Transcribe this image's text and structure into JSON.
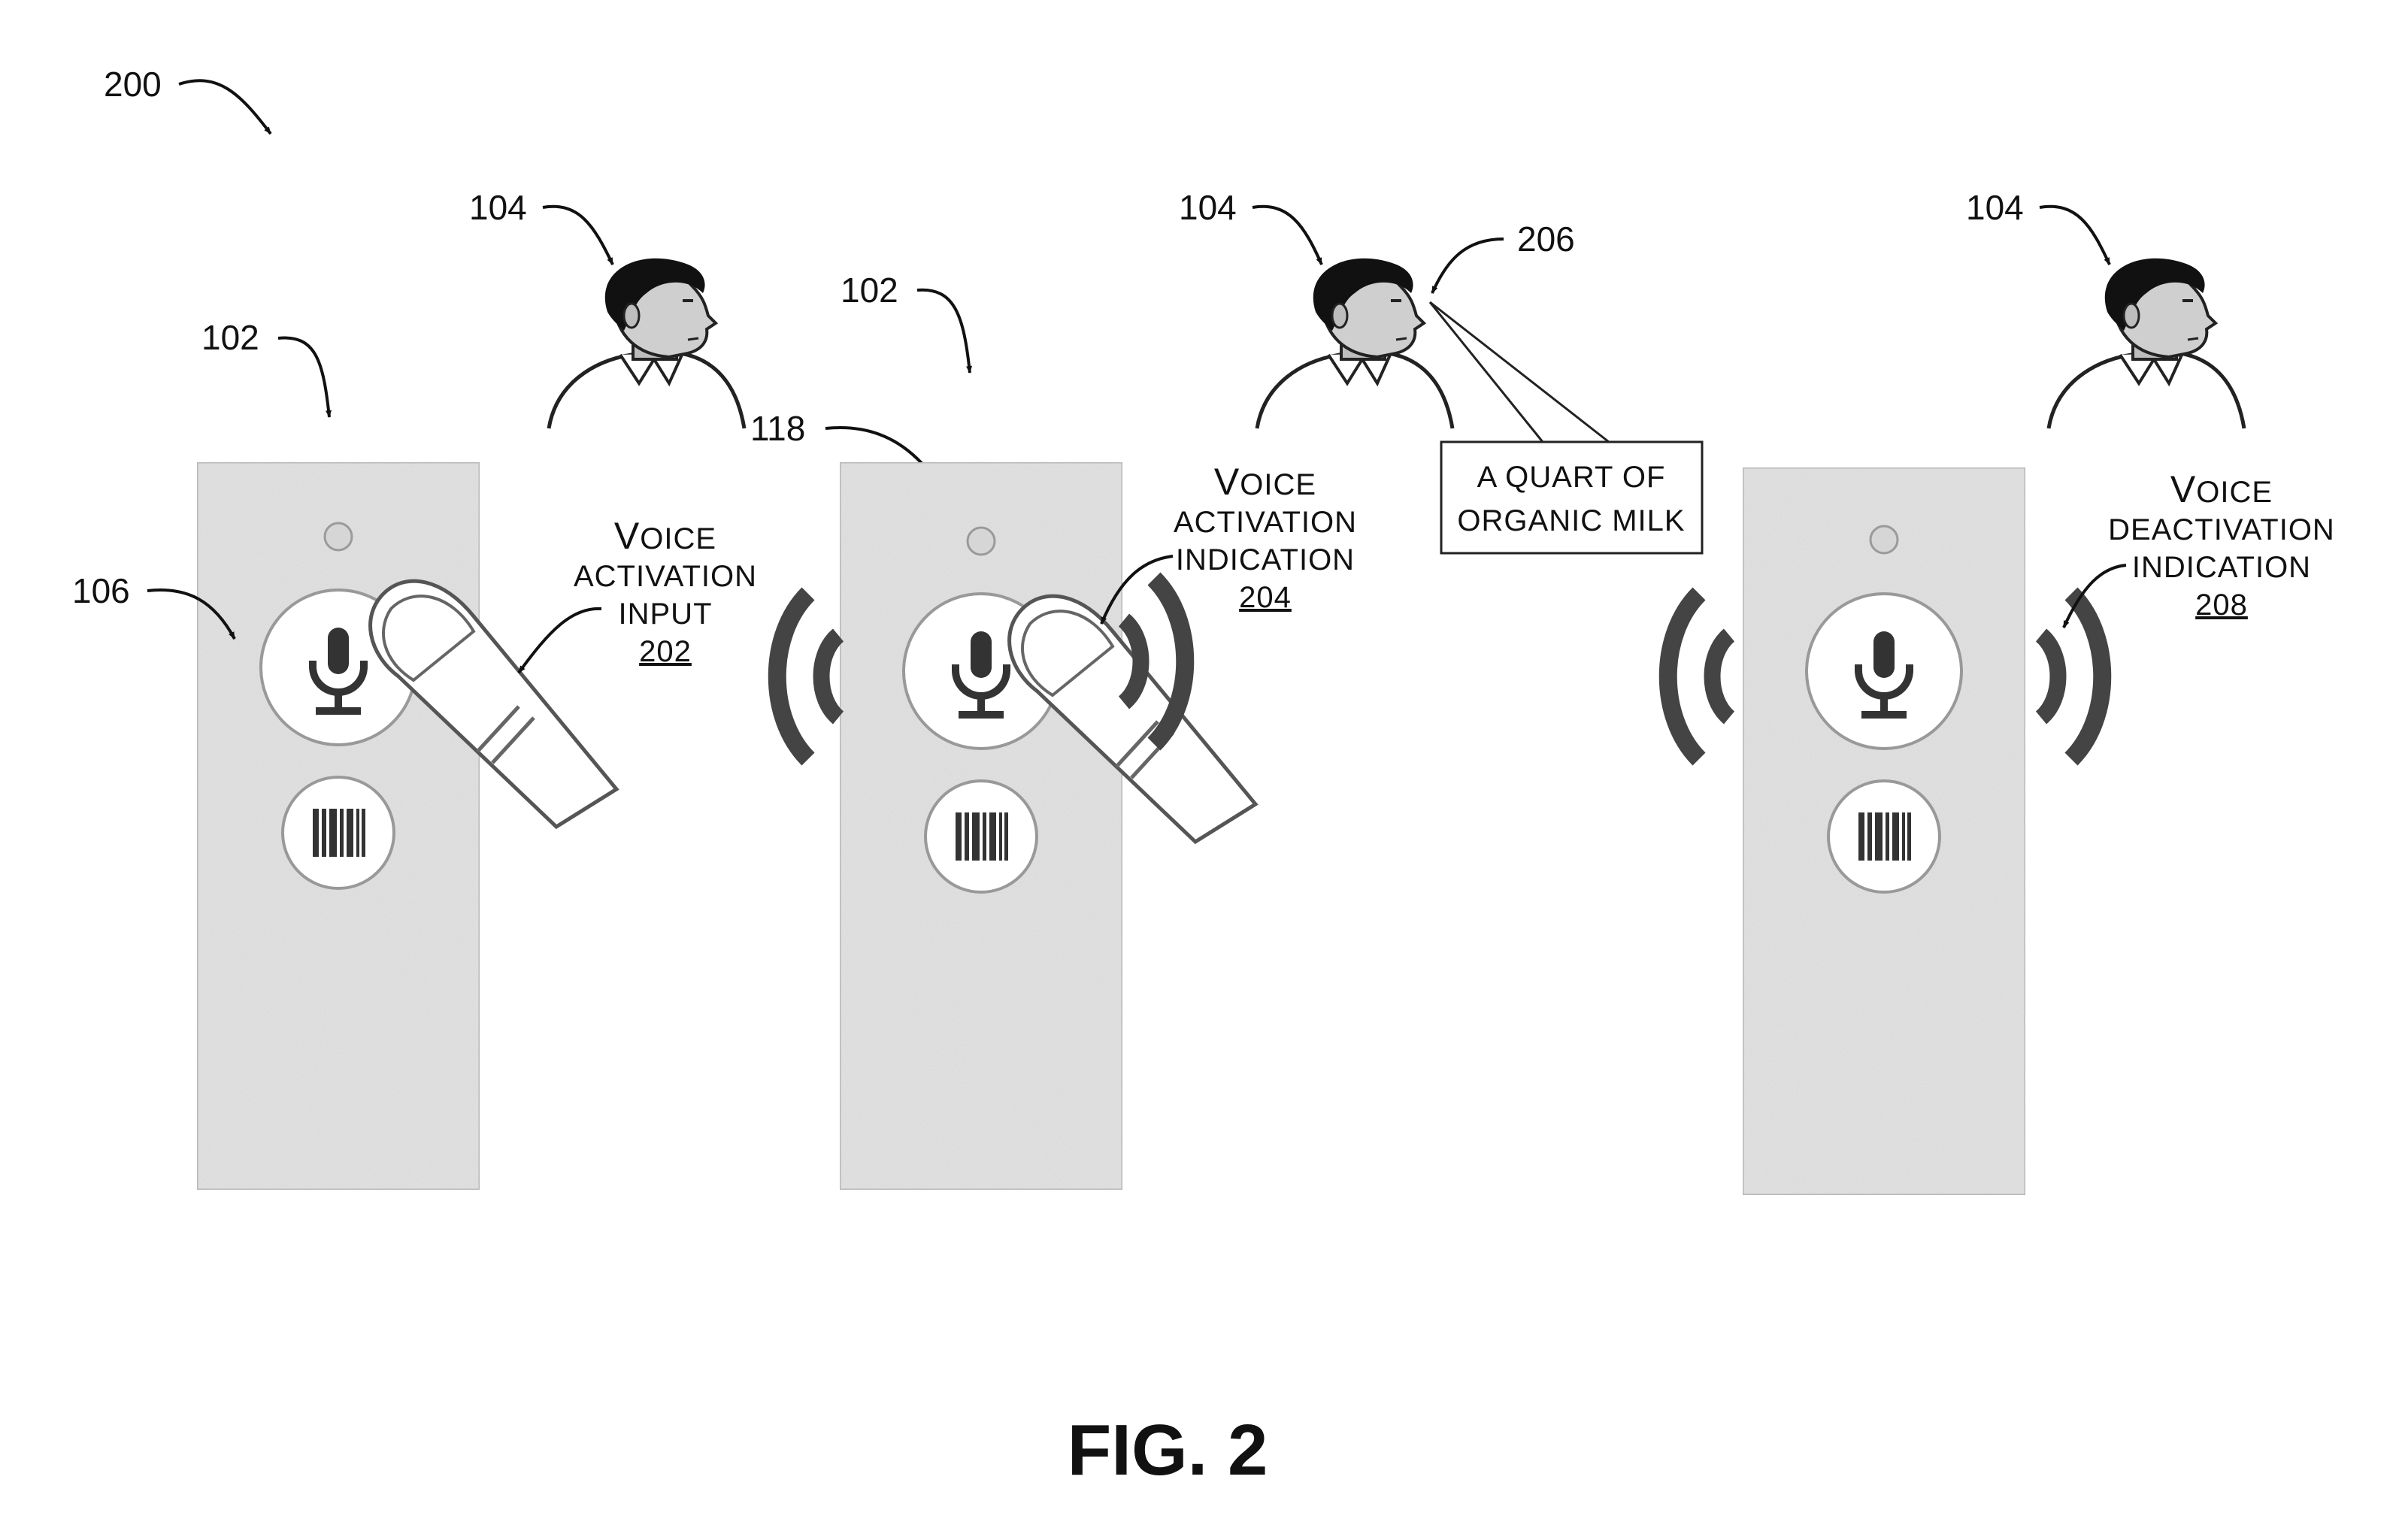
{
  "figure": {
    "ref": "200",
    "caption": "FIG. 2"
  },
  "refs": {
    "device": "102",
    "user": "104",
    "button": "106",
    "light": "118",
    "utterance": "206"
  },
  "labels": {
    "activation_input": {
      "line1_cap": "V",
      "line1_rest": "OICE",
      "line2": "ACTIVATION",
      "line3": "INPUT",
      "ref": "202"
    },
    "activation_indication": {
      "line1_cap": "V",
      "line1_rest": "OICE",
      "line2": "ACTIVATION",
      "line3": "INDICATION",
      "ref": "204"
    },
    "deactivation_indication": {
      "line1_cap": "V",
      "line1_rest": "OICE",
      "line2": "DEACTIVATION",
      "line3": "INDICATION",
      "ref": "208"
    }
  },
  "speech": {
    "line1": "A QUART OF",
    "line2": "ORGANIC MILK"
  },
  "colors": {
    "device_fill": "#e4e4e4",
    "device_stroke": "#bdbdbd",
    "signal": "#444444",
    "ink": "#111111"
  },
  "icons": [
    "microphone-icon",
    "barcode-icon",
    "person-icon",
    "finger-icon",
    "sound-wave-icon"
  ]
}
